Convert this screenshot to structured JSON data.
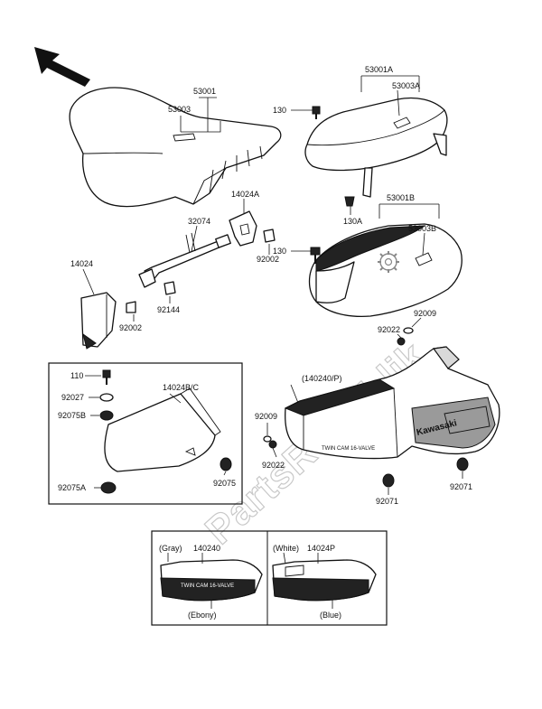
{
  "labels": {
    "p53001": "53001",
    "p53003": "53003",
    "p53001A": "53001A",
    "p53003A": "53003A",
    "p130a": "130",
    "p130A": "130A",
    "p14024A": "14024A",
    "p32074": "32074",
    "p92002a": "92002",
    "p53001B": "53001B",
    "p53003B": "53003B",
    "p130b": "130",
    "p14024": "14024",
    "p92002b": "92002",
    "p92144": "92144",
    "p92009a": "92009",
    "p92022a": "92022",
    "p110": "110",
    "p140248C": "14024B/C",
    "p92027": "92027",
    "p92075B": "92075B",
    "p92075": "92075",
    "p92075A": "92075A",
    "p140240P": "(140240/P)",
    "p92009b": "92009",
    "p92022b": "92022",
    "p92071a": "92071",
    "p92071b": "92071",
    "inset_gray": "(Gray)",
    "inset_140240": "140240",
    "inset_ebony": "(Ebony)",
    "inset_white": "(White)",
    "inset_14024P": "14024P",
    "inset_blue": "(Blue)"
  },
  "body_text": {
    "kawasaki": "Kawasaki",
    "twin_cam": "TWIN CAM 16-VALVE",
    "twin_cam_small": "TWIN CAM 16-VALVE"
  },
  "watermark": "PartsRepublik",
  "icons": [
    "front-direction-arrow",
    "gear-watermark-icon"
  ]
}
